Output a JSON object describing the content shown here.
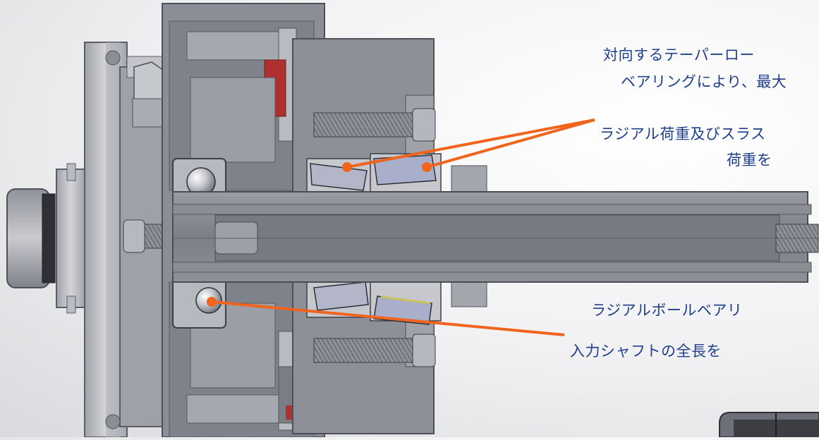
{
  "annotations": {
    "tapered_line1": "対向するテーパーロー",
    "tapered_line2": "ベアリングにより、最大",
    "tapered_line3": "ラジアル荷重及びスラス",
    "tapered_line4": "荷重を",
    "radial_line1": "ラジアルボールベアリ",
    "radial_line2": "入力シャフトの全長を"
  },
  "colors": {
    "callout_text": "#1f3e8c",
    "leader_line": "#f0641e",
    "housing": "#8b8e96",
    "housing_dark": "#5d6068",
    "bearing_roller": "#a9aecb",
    "seal_red": "#b03030"
  }
}
